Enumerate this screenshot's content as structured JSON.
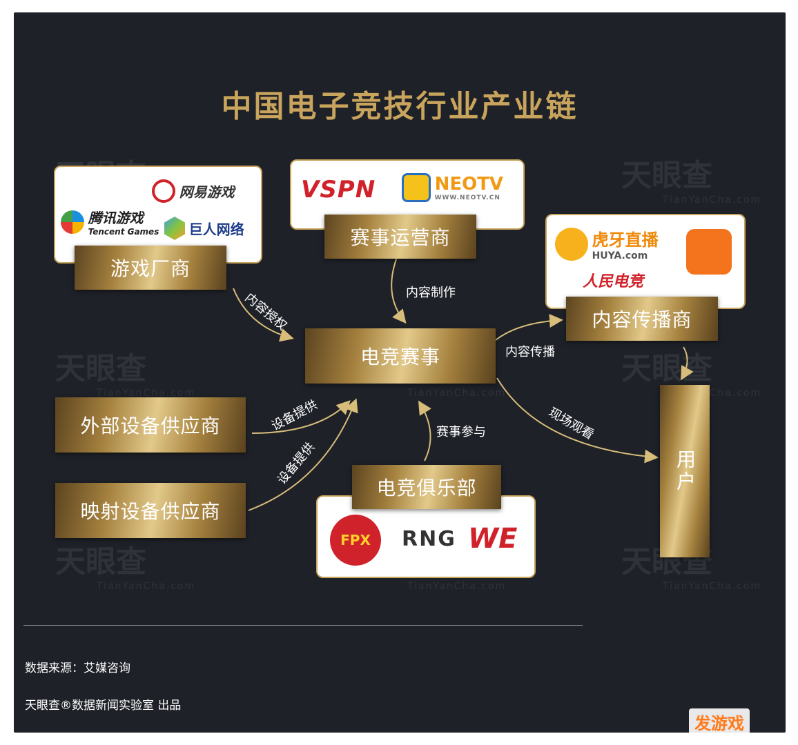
{
  "title": "中国电子竞技行业产业链",
  "watermark": {
    "main": "天眼查",
    "sub": "TianYanCha.com"
  },
  "nodes": {
    "game_vendor": "游戏厂商",
    "event_operator": "赛事运营商",
    "content_distributor": "内容传播商",
    "esports_event": "电竞赛事",
    "external_equipment": "外部设备供应商",
    "mapping_equipment": "映射设备供应商",
    "esports_club": "电竞俱乐部",
    "user": "用户"
  },
  "edges": {
    "content_license": "内容授权",
    "content_production": "内容制作",
    "content_distribution": "内容传播",
    "equipment_supply_1": "设备提供",
    "equipment_supply_2": "设备提供",
    "event_participation": "赛事参与",
    "live_viewing": "现场观看"
  },
  "logos": {
    "netease": "网易游戏",
    "tencent": "腾讯游戏",
    "tencent_en": "Tencent Games",
    "giant": "巨人网络",
    "vspn": "VSPN",
    "neotv": "NEOTV",
    "neotv_url": "WWW.NEOTV.CN",
    "huya": "虎牙直播",
    "huya_url": "HUYA.com",
    "people": "人民电竞",
    "fpx": "FPX",
    "rng": "RNG",
    "we": "WE"
  },
  "footer": {
    "source": "数据来源：艾媒咨询",
    "credit": "天眼查®数据新闻实验室 出品"
  },
  "corner_badge": "发游戏",
  "colors": {
    "background": "#1e2128",
    "gold": "#c9a45c",
    "title": "#c9a45c"
  }
}
